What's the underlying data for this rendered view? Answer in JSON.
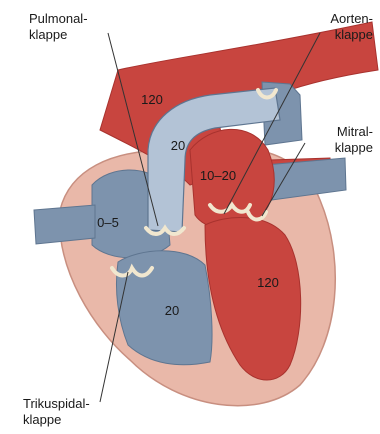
{
  "colors": {
    "oxygenated": "#c8453f",
    "oxygenated_dark": "#a8322e",
    "deoxygenated": "#7d93ad",
    "deoxygenated_light": "#b3c3d6",
    "myocardium": "#e9b8a9",
    "myocardium_edge": "#c88f80",
    "valve": "#f1e7cf",
    "background": "#ffffff"
  },
  "pressures": {
    "aorta": "120",
    "pulmonary_artery": "20",
    "left_atrium": "10–20",
    "right_atrium": "0–5",
    "right_ventricle": "20",
    "left_ventricle": "120"
  },
  "callouts": {
    "pulmonalklappe": {
      "line1": "Pulmonal-",
      "line2": "klappe"
    },
    "aortenklappe": {
      "line1": "Aorten-",
      "line2": "klappe"
    },
    "mitralklappe": {
      "line1": "Mitral-",
      "line2": "klappe"
    },
    "trikuspidalklappe": {
      "line1": "Trikuspidal-",
      "line2": "klappe"
    }
  }
}
